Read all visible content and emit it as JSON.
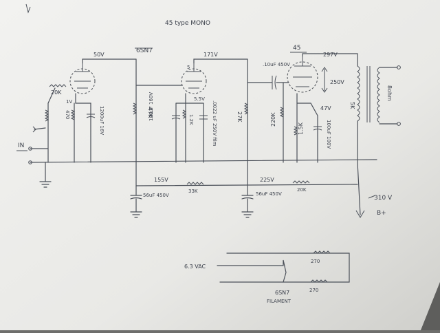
{
  "title": "45 type MONO",
  "tubes": {
    "driver": "6SN7",
    "output": "45",
    "filament_tube": "6SN7",
    "filament_word": "FILAMENT"
  },
  "input_label": "IN",
  "voltages": {
    "v1_plate": "50V",
    "v2_plate": "171V",
    "v2_cathode": "5.5V",
    "v1_cathode": "1V",
    "out_plate": "297V",
    "out_bias": "250V",
    "out_cathode": "47V",
    "node1": "155V",
    "node2": "225V",
    "supply": "310 V",
    "bplus": "B+",
    "filament_ac": "6.3 VAC"
  },
  "components": {
    "r_grid1": "20K",
    "r_k1": "470",
    "c_k1": "1200uF 16V",
    "r_plate1": "47K",
    "r_k2": "1.2K",
    "c_k2a": "100uF 160V",
    "c_k2b": ".0022 uF 250V film",
    "r_plate2": "27K",
    "c_couple": ".10uF 450V",
    "r_grid_out": "220K",
    "r_k_out": "1.5K",
    "c_k_out": "100uF 100V",
    "c_filter1": "56uF 450V",
    "r_drop1": "33K",
    "c_filter2": "56uF 450V",
    "r_drop2": "20K",
    "r_fil1": "270",
    "r_fil2": "270",
    "transformer_primary": "5K",
    "transformer_secondary": "8ohm",
    "misc_mark": "5"
  },
  "colors": {
    "paper": "#ececea",
    "ink": "#3a3f4a"
  }
}
